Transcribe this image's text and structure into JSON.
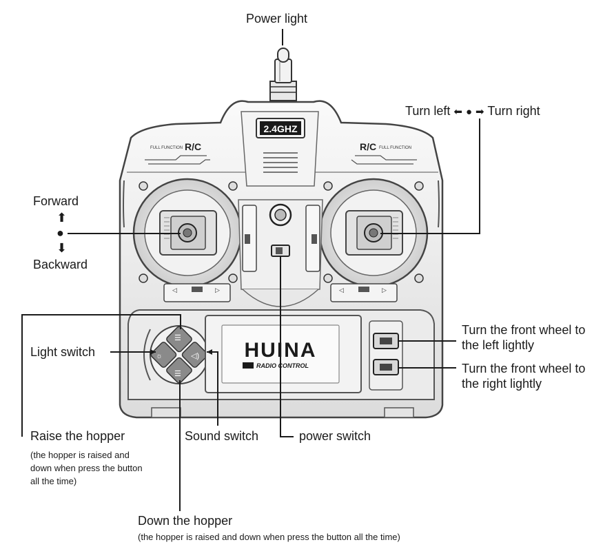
{
  "labels": {
    "power_light": "Power light",
    "turn_left": "Turn left",
    "turn_right": "Turn right",
    "forward": "Forward",
    "backward": "Backward",
    "light_switch": "Light switch",
    "raise_hopper": "Raise the hopper",
    "raise_hopper_note_1": "(the hopper is raised and",
    "raise_hopper_note_2": "down when press the button",
    "raise_hopper_note_3": "all the time)",
    "sound_switch": "Sound switch",
    "power_switch": "power switch",
    "down_hopper": "Down the hopper",
    "down_hopper_note": "(the hopper is raised and down when press the button all the time)",
    "front_wheel_left_1": "Turn the front wheel to",
    "front_wheel_left_2": "the left lightly",
    "front_wheel_right_1": "Turn the front wheel to",
    "front_wheel_right_2": "the right lightly"
  },
  "device": {
    "frequency_badge": "2.4GHZ",
    "rc_left": "R/C",
    "rc_right": "R/C",
    "rc_sub_left": "FULL FUNCTION",
    "rc_sub_right": "FULL FUNCTION",
    "brand": "HUINA",
    "brand_sub": "RADIO CONTROL"
  },
  "icons": {
    "up_arrow": "up-arrow-icon",
    "down_arrow": "down-arrow-icon",
    "left_arrow": "left-arrow-icon",
    "right_arrow": "right-arrow-icon",
    "dot": "dot-icon"
  },
  "colors": {
    "line": "#1a1a1a",
    "body_fill": "#efefef",
    "body_stroke": "#555555"
  }
}
